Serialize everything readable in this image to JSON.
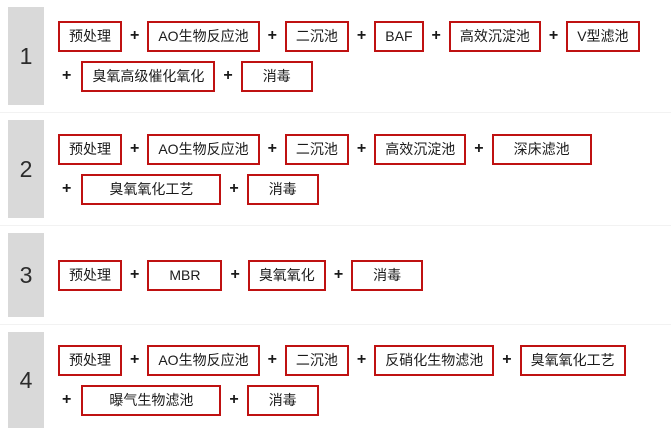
{
  "document": {
    "type": "process-flow-table",
    "title": "",
    "accent_color": "#bf1111",
    "index_chip_color": "#d9d9d9",
    "background_color": "#ffffff",
    "divider_color": "#f2f2f2",
    "connector_symbol": "+"
  },
  "rows": [
    {
      "index": "1",
      "lines": [
        {
          "leading_connector": "",
          "steps": [
            "预处理",
            "AO生物反应池",
            "二沉池",
            "BAF",
            "高效沉淀池",
            "V型滤池"
          ]
        },
        {
          "leading_connector": "+",
          "steps": [
            "臭氧高级催化氧化",
            "消毒"
          ]
        }
      ]
    },
    {
      "index": "2",
      "lines": [
        {
          "leading_connector": "",
          "steps": [
            "预处理",
            "AO生物反应池",
            "二沉池",
            "高效沉淀池",
            "深床滤池"
          ]
        },
        {
          "leading_connector": "+",
          "steps": [
            "臭氧氧化工艺",
            "消毒"
          ]
        }
      ]
    },
    {
      "index": "3",
      "lines": [
        {
          "leading_connector": "",
          "steps": [
            "预处理",
            "MBR",
            "臭氧氧化",
            "消毒"
          ]
        }
      ]
    },
    {
      "index": "4",
      "lines": [
        {
          "leading_connector": "",
          "steps": [
            "预处理",
            "AO生物反应池",
            "二沉池",
            "反硝化生物滤池",
            "臭氧氧化工艺"
          ]
        },
        {
          "leading_connector": "+",
          "steps": [
            "曝气生物滤池",
            "消毒"
          ]
        }
      ]
    }
  ]
}
